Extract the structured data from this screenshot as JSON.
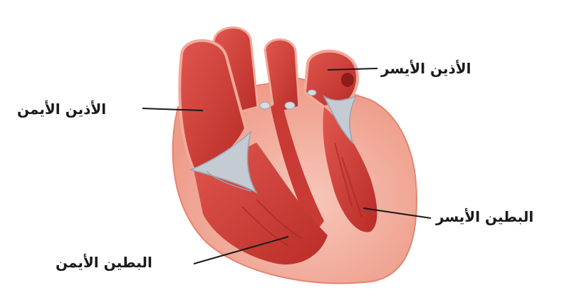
{
  "diagram": {
    "labels": {
      "left_atrium": "الأذين الأيسر",
      "right_atrium": "الأذين الأيمن",
      "left_ventricle": "البطين الأيسر",
      "right_ventricle": "البطين الأيمن"
    },
    "colors": {
      "muscle": "#d9453f",
      "muscle_dark": "#a8231f",
      "wall_outer": "#f2a696",
      "wall_inner": "#f6c0b2",
      "valve": "#c4cbd2",
      "leader_line": "#1a1a1a"
    }
  }
}
